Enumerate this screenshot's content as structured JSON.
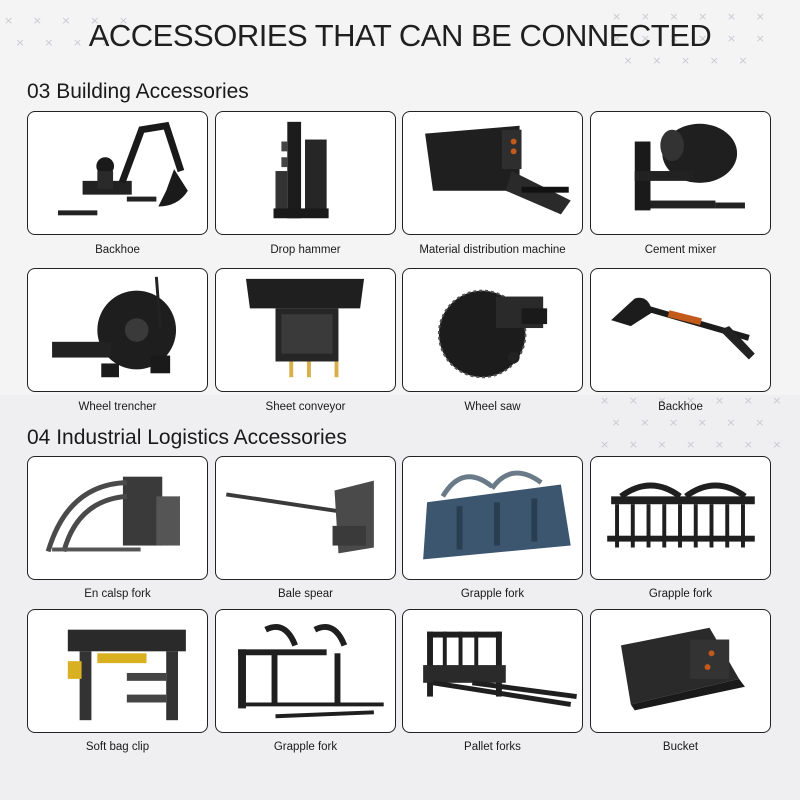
{
  "page_title": "ACCESSORIES THAT CAN BE CONNECTED",
  "sections": [
    {
      "title": "03 Building Accessories",
      "items": [
        {
          "label": "Backhoe",
          "icon": "backhoe-icon"
        },
        {
          "label": "Drop hammer",
          "icon": "drop-hammer-icon"
        },
        {
          "label": "Material distribution machine",
          "icon": "material-distribution-machine-icon"
        },
        {
          "label": "Cement mixer",
          "icon": "cement-mixer-icon"
        },
        {
          "label": "Wheel trencher",
          "icon": "wheel-trencher-icon"
        },
        {
          "label": "Sheet conveyor",
          "icon": "sheet-conveyor-icon"
        },
        {
          "label": "Wheel saw",
          "icon": "wheel-saw-icon"
        },
        {
          "label": "Backhoe",
          "icon": "backhoe-arm-icon"
        }
      ]
    },
    {
      "title": "04 Industrial Logistics Accessories",
      "items": [
        {
          "label": "En calsp fork",
          "icon": "clasp-fork-icon"
        },
        {
          "label": "Bale spear",
          "icon": "bale-spear-icon"
        },
        {
          "label": "Grapple fork",
          "icon": "grapple-bucket-icon"
        },
        {
          "label": "Grapple fork",
          "icon": "grapple-rake-icon"
        },
        {
          "label": "Soft bag clip",
          "icon": "soft-bag-clip-icon"
        },
        {
          "label": "Grapple fork",
          "icon": "grapple-fork-icon"
        },
        {
          "label": "Pallet forks",
          "icon": "pallet-forks-icon"
        },
        {
          "label": "Bucket",
          "icon": "bucket-icon"
        }
      ]
    }
  ]
}
